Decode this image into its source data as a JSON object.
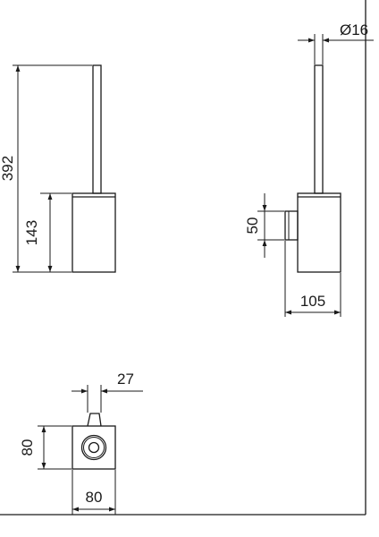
{
  "dimensions": {
    "total_height": "392",
    "holder_height": "143",
    "handle_diameter": "Ø16",
    "bracket_height": "50",
    "depth": "105",
    "handle_offset": "27",
    "base_width": "80",
    "base_depth": "80"
  }
}
